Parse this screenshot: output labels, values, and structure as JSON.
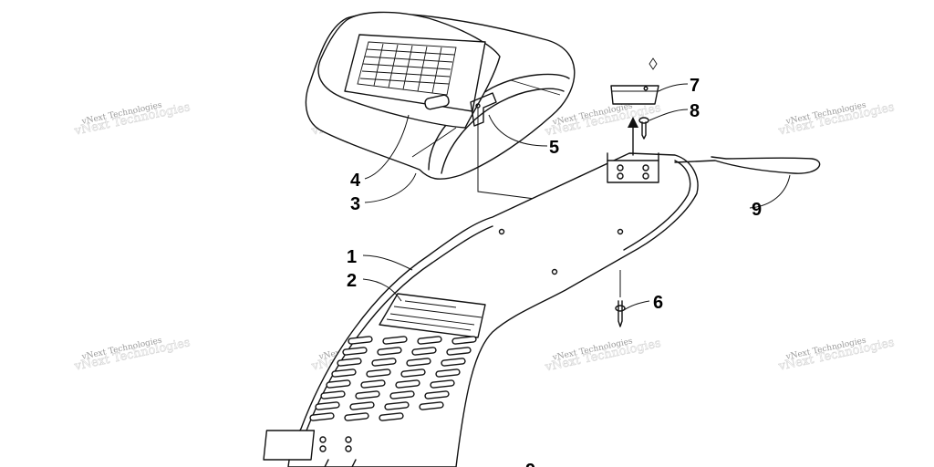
{
  "watermark": "vNext Technologies",
  "callouts": {
    "c1": "1",
    "c2": "2",
    "c3": "3",
    "c4": "4",
    "c5": "5",
    "c6": "6",
    "c7": "7",
    "c8": "8",
    "c9": "9",
    "c0": "9"
  }
}
